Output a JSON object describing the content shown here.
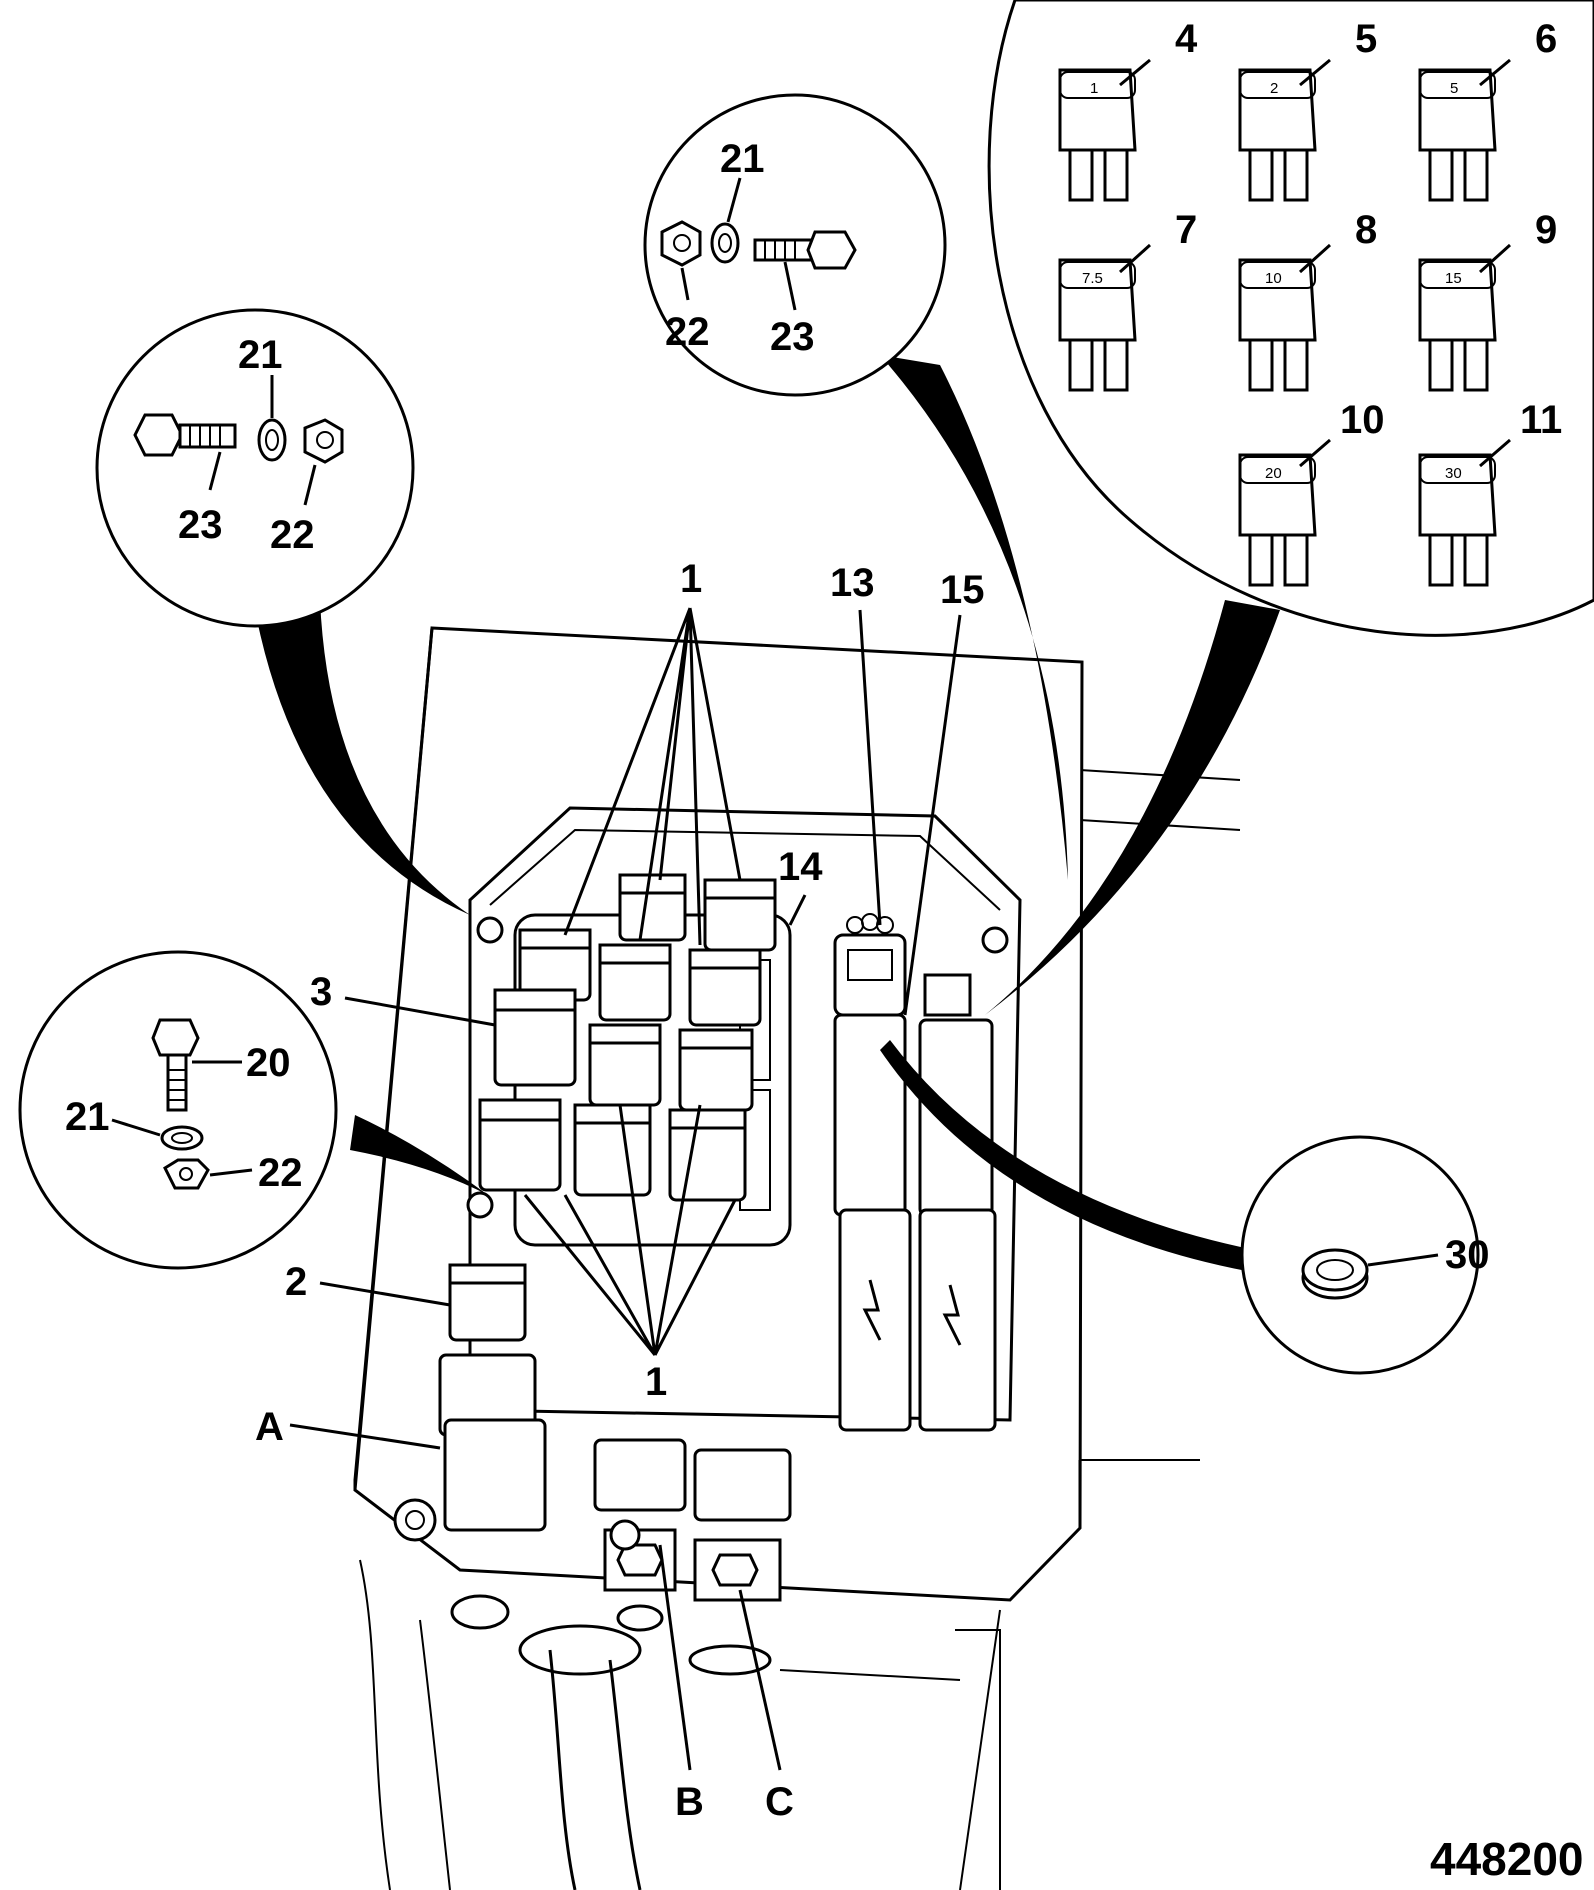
{
  "figure_number": "448200",
  "callouts": {
    "relays_top": "1",
    "relays_bottom": "1",
    "relay_2": "2",
    "relay_3": "3",
    "fuse_4": "4",
    "fuse_5": "5",
    "fuse_6": "6",
    "fuse_7": "7",
    "fuse_8": "8",
    "fuse_9": "9",
    "fuse_10": "10",
    "fuse_11": "11",
    "connector_13": "13",
    "relay_board_14": "14",
    "fuse_holder_15": "15",
    "bolt_20": "20",
    "washer_21_a": "21",
    "washer_21_b": "21",
    "washer_21_c": "21",
    "nut_22_a": "22",
    "nut_22_b": "22",
    "nut_22_c": "22",
    "bolt_23_a": "23",
    "bolt_23_b": "23",
    "grommet_30": "30",
    "terminal_a": "A",
    "terminal_b": "B",
    "terminal_c": "C"
  },
  "fuse_ratings": {
    "f4": "1",
    "f5": "2",
    "f6": "5",
    "f7": "7.5",
    "f8": "10",
    "f9": "15",
    "f10": "20",
    "f11": "30"
  }
}
